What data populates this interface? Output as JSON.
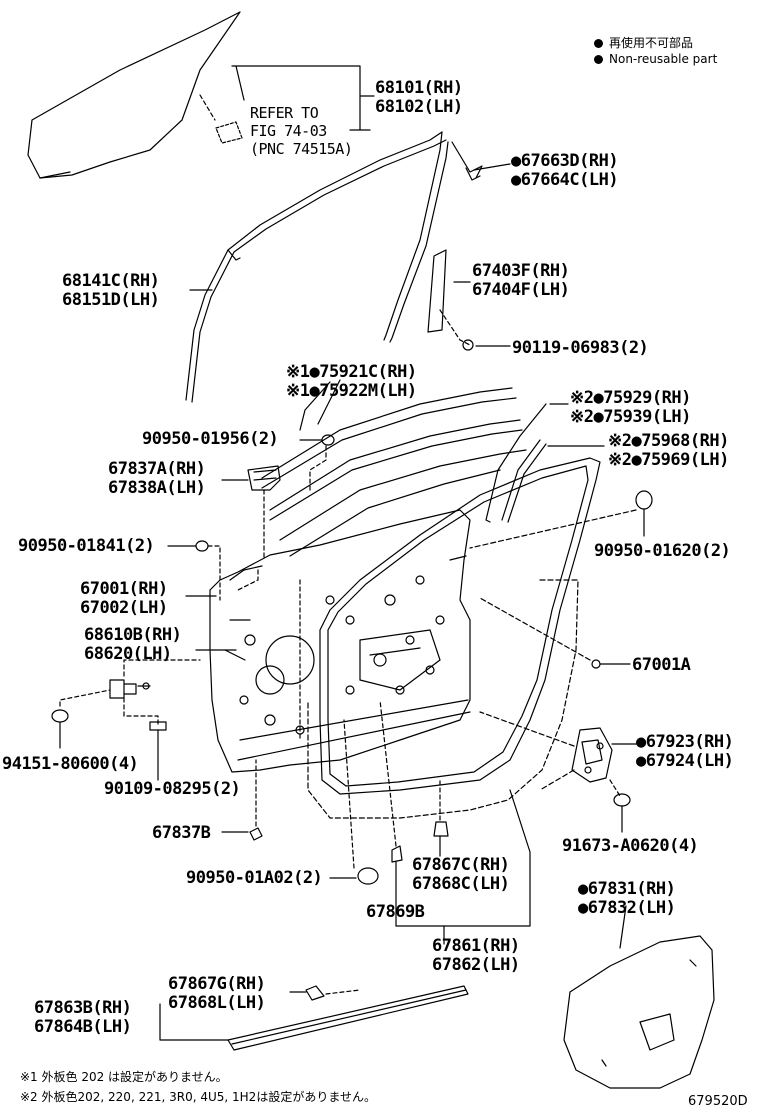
{
  "legend": {
    "line1": "再使用不可部品",
    "line2": "Non-reusable part"
  },
  "refer": {
    "l1": "REFER TO",
    "l2": "FIG 74-03",
    "l3": "(PNC 74515A)"
  },
  "parts": {
    "p68101": "68101(RH)",
    "p68102": "68102(LH)",
    "p67663": "●67663D(RH)",
    "p67664": "●67664C(LH)",
    "p68141": "68141C(RH)",
    "p68151": "68151D(LH)",
    "p67403": "67403F(RH)",
    "p67404": "67404F(LH)",
    "p90119": "90119-06983(2)",
    "p75921": "※1●75921C(RH)",
    "p75922": "※1●75922M(LH)",
    "p75929": "※2●75929(RH)",
    "p75939": "※2●75939(LH)",
    "p75968": "※2●75968(RH)",
    "p75969": "※2●75969(LH)",
    "p9095001956": "90950-01956(2)",
    "p67837A": "67837A(RH)",
    "p67838A": "67838A(LH)",
    "p9095001841": "90950-01841(2)",
    "p9095001620": "90950-01620(2)",
    "p67001": "67001(RH)",
    "p67002": "67002(LH)",
    "p68610": "68610B(RH)",
    "p68620": "68620(LH)",
    "p67001A": "67001A",
    "p94151": "94151-80600(4)",
    "p90109": "90109-08295(2)",
    "p67923": "●67923(RH)",
    "p67924": "●67924(LH)",
    "p67837B": "67837B",
    "p91673": "91673-A0620(4)",
    "p9095001A02": "90950-01A02(2)",
    "p67867C": "67867C(RH)",
    "p67868C": "67868C(LH)",
    "p67869B": "67869B",
    "p67831": "●67831(RH)",
    "p67832": "●67832(LH)",
    "p67861": "67861(RH)",
    "p67862": "67862(LH)",
    "p67867G": "67867G(RH)",
    "p67868L": "67868L(LH)",
    "p67863B": "67863B(RH)",
    "p67864B": "67864B(LH)"
  },
  "footnotes": {
    "n1": "※1 外板色 202 は設定がありません。",
    "n2": "※2 外板色202, 220, 221, 3R0, 4U5, 1H2は設定がありません。"
  },
  "figure_id": "679520D"
}
